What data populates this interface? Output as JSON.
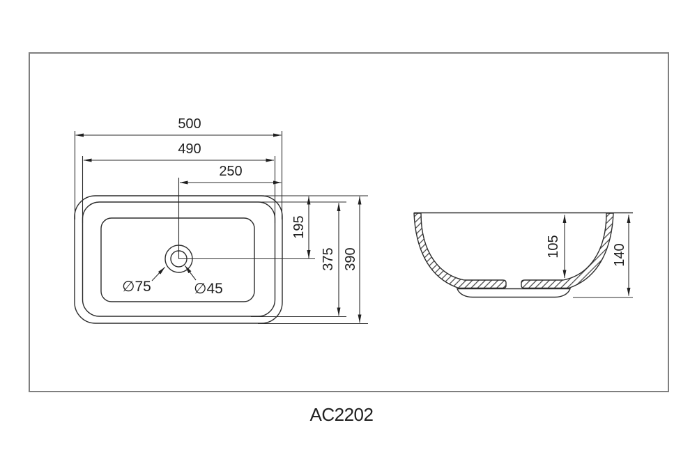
{
  "colors": {
    "background": "#ffffff",
    "line": "#2b2b2b",
    "frame": "#7f7f7f"
  },
  "model_label": "AC2202",
  "top_view": {
    "dim_overall_width": "500",
    "dim_rim_width": "490",
    "dim_center_to_edge": "250",
    "dim_rim_to_drain_center": "195",
    "dim_rim_depth": "375",
    "dim_overall_depth": "390",
    "label_drain_outer_diameter": "∅75",
    "label_drain_inner_diameter": "∅45"
  },
  "side_view": {
    "dim_inner_depth": "105",
    "dim_overall_height": "140"
  }
}
